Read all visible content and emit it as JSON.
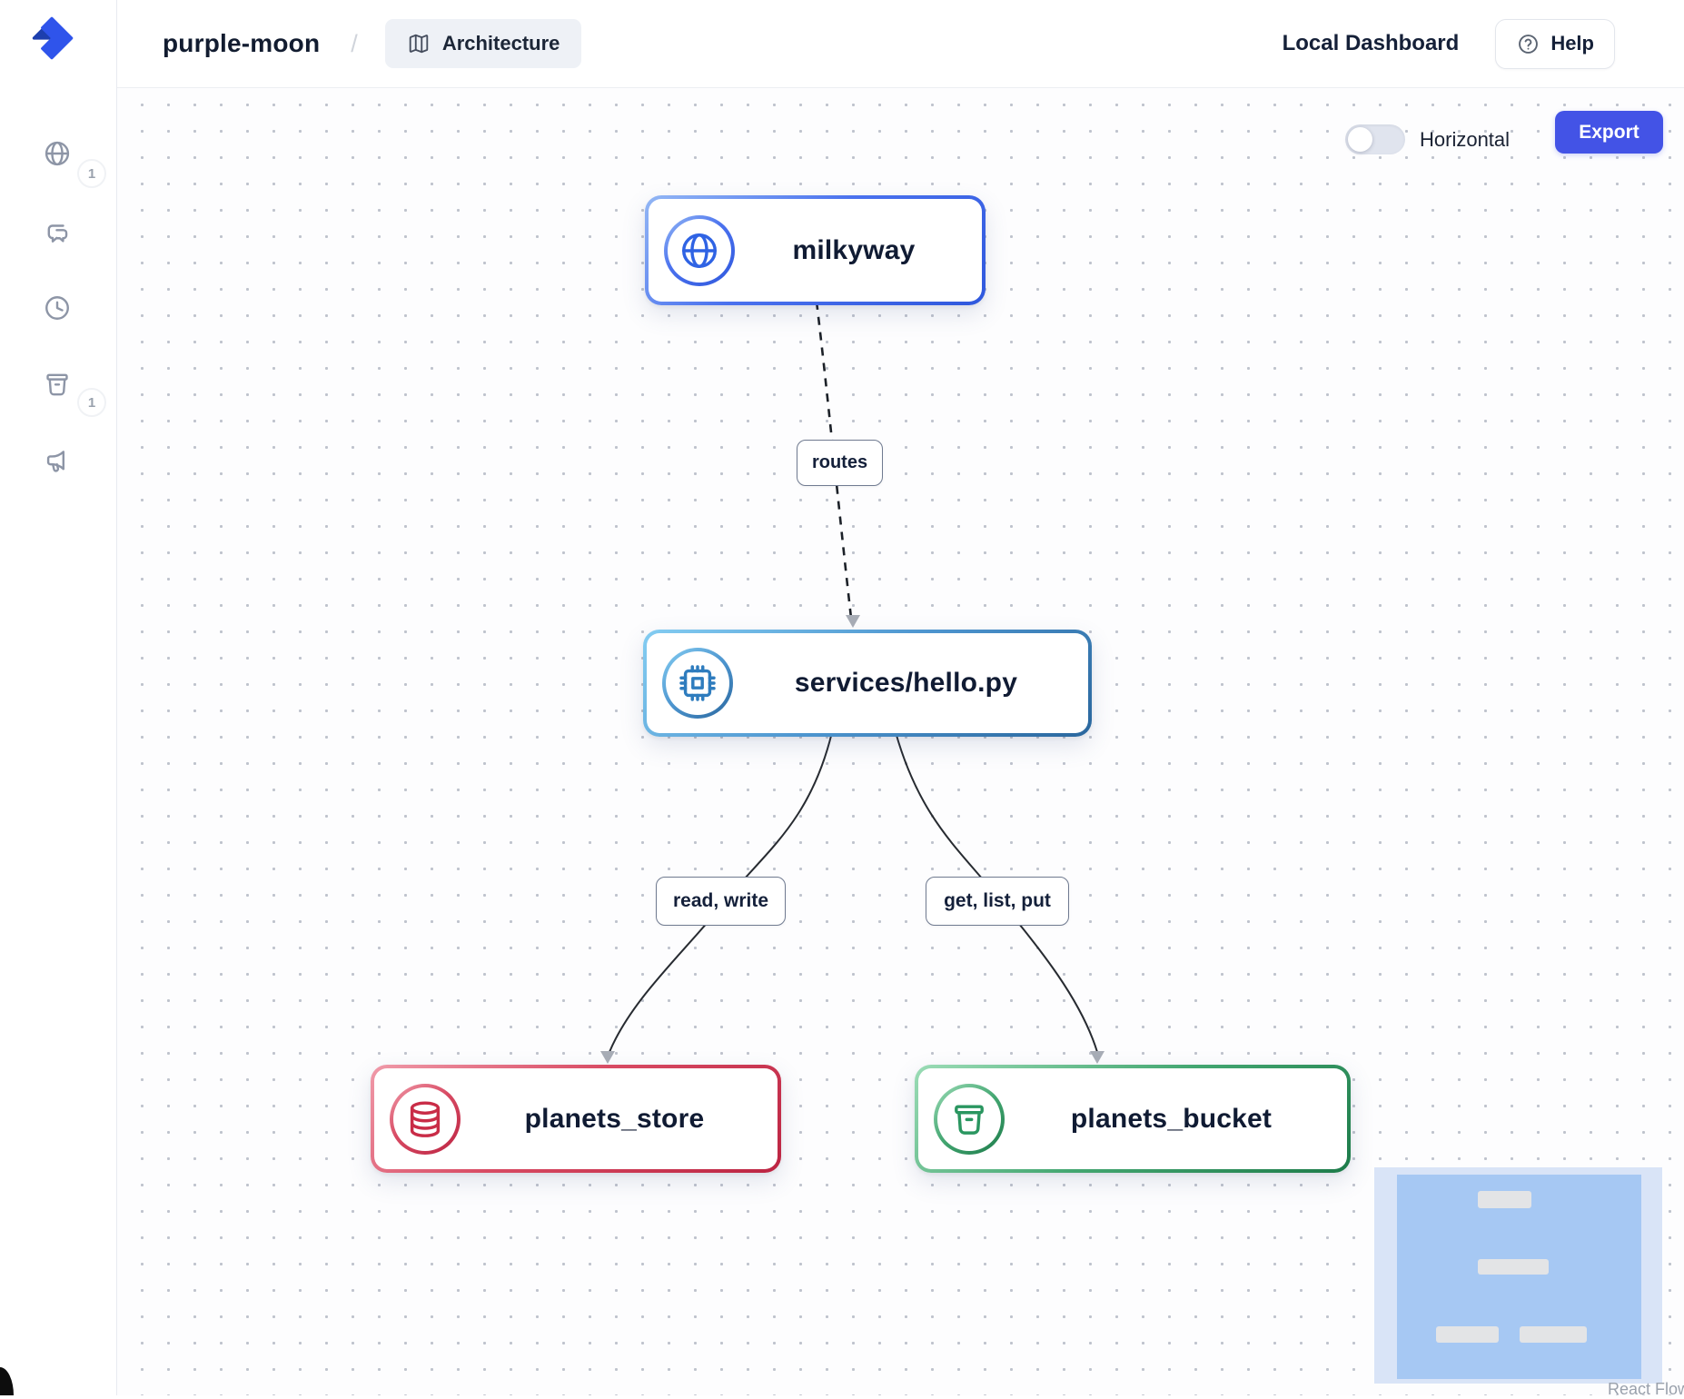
{
  "header": {
    "project": "purple-moon",
    "separator": "/",
    "tab": "Architecture",
    "dashboard": "Local Dashboard",
    "help": "Help"
  },
  "sidebar": {
    "items": [
      {
        "icon": "globe-icon",
        "badge": "1"
      },
      {
        "icon": "chat-icon"
      },
      {
        "icon": "clock-icon"
      },
      {
        "icon": "storage-box-icon",
        "badge": "1"
      },
      {
        "icon": "megaphone-icon"
      }
    ]
  },
  "toolbar": {
    "orientation_label": "Horizontal",
    "orientation_state": "off",
    "export_label": "Export"
  },
  "diagram": {
    "nodes": [
      {
        "id": "milkyway",
        "label": "milkyway",
        "icon": "globe-icon",
        "accent": "#3a62e8"
      },
      {
        "id": "services-hello",
        "label": "services/hello.py",
        "icon": "cpu-icon",
        "accent": "#3c82c4"
      },
      {
        "id": "planets-store",
        "label": "planets_store",
        "icon": "database-icon",
        "accent": "#c9304c"
      },
      {
        "id": "planets-bucket",
        "label": "planets_bucket",
        "icon": "bucket-icon",
        "accent": "#2c9660"
      }
    ],
    "edges": [
      {
        "from": "milkyway",
        "to": "services-hello",
        "label": "routes",
        "style": "dashed"
      },
      {
        "from": "services-hello",
        "to": "planets-store",
        "label": "read, write",
        "style": "solid"
      },
      {
        "from": "services-hello",
        "to": "planets-bucket",
        "label": "get, list, put",
        "style": "solid"
      }
    ],
    "attribution": "React Flow"
  },
  "colors": {
    "export_button": "#4353e6",
    "node_milkyway_accent": "#3a62e8",
    "node_services_accent": "#3c82c4",
    "node_store_accent": "#c9304c",
    "node_bucket_accent": "#2c9660",
    "edge_stroke": "#272b31",
    "minimap_viewport": "#a6c8f3"
  }
}
